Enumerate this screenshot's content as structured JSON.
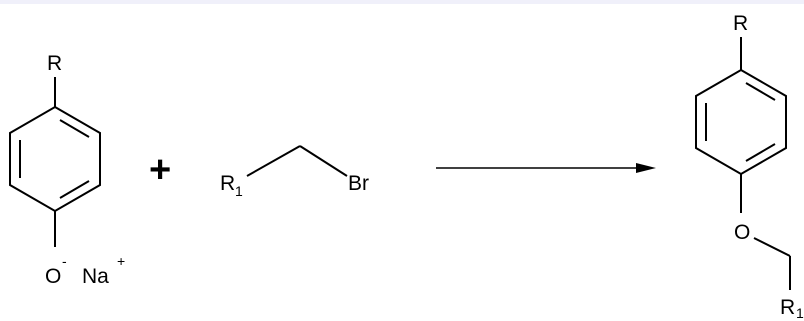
{
  "colors": {
    "background": "#ffffff",
    "top_strip": "#f0f0fa",
    "ink": "#000000"
  },
  "reactant1": {
    "substituent": "R",
    "oxygen": "O",
    "oxygen_charge": "-",
    "counterion": "Na",
    "counterion_charge": "+"
  },
  "plus_sign": "+",
  "reactant2": {
    "group": "R",
    "group_subscript": "1",
    "halogen": "Br"
  },
  "product": {
    "substituent": "R",
    "oxygen": "O",
    "group": "R",
    "group_subscript": "1"
  }
}
